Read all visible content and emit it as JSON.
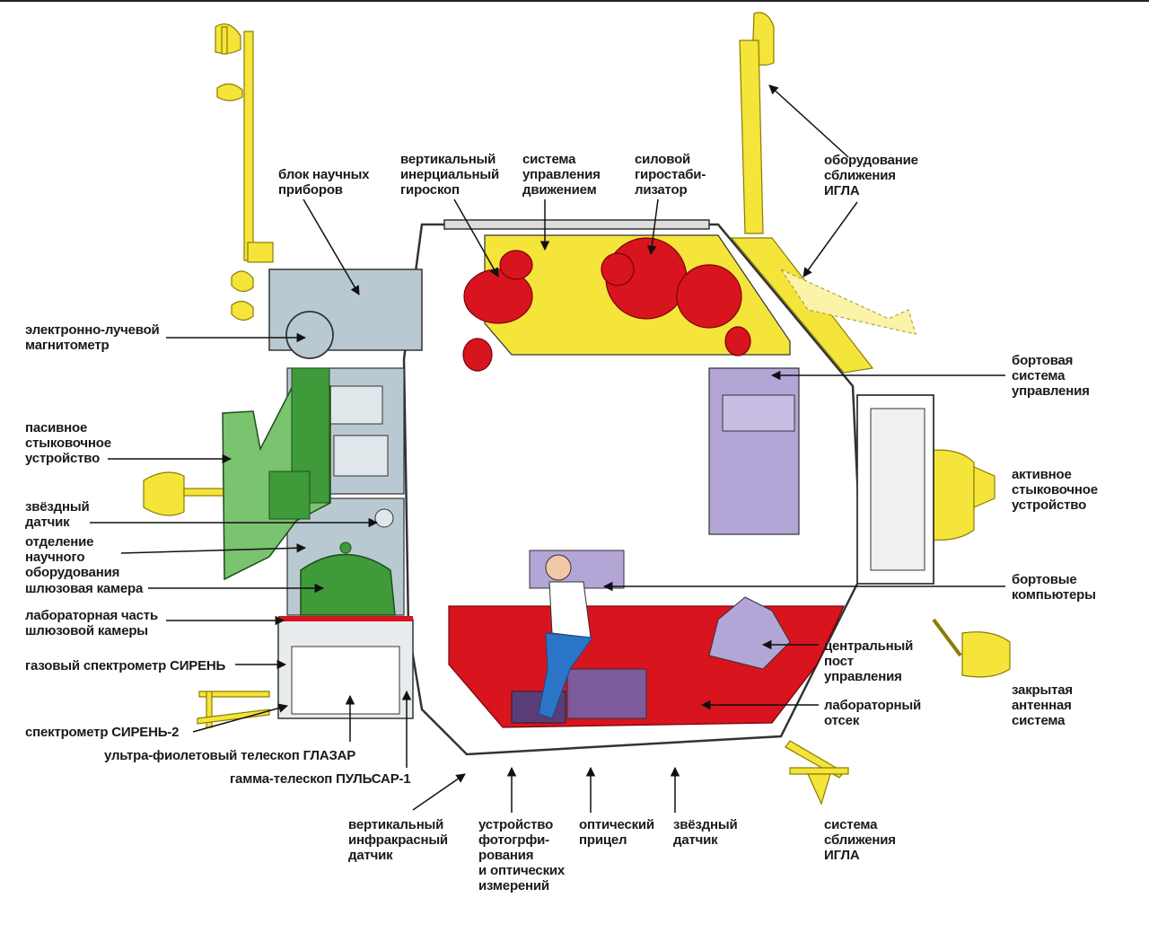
{
  "labels": {
    "blok": "блок научных\nприборов",
    "giroskop": "вертикальный\nинерциальный\nгироскоп",
    "sistema_upr": "система\nуправления\nдвижением",
    "silovoy": "силовой\nгиростаби-\nлизатор",
    "oborud_igla": "оборудование\nсближения\nИГЛА",
    "magnitometr": "электронно-лучевой\nмагнитометр",
    "bortovaya_sistema": "бортовая\nсистема\nуправления",
    "passivnoe": "пасивное\nстыковочное\nустройство",
    "aktivnoe": "активное\nстыковочное\nустройство",
    "zvezdny_1": "звёздный\nдатчик",
    "otdelenie": "отделение\nнаучного\nоборудования",
    "shluzovaya": "шлюзовая камера",
    "bortovye_komp": "бортовые\nкомпьютеры",
    "laboratornaya": "лабораторная часть\nшлюзовой камеры",
    "tsentralny": "центральный\nпост\nуправления",
    "gazovy": "газовый спектрометр СИРЕНЬ",
    "zakrytaya": "закрытая\nантенная\nсистема",
    "lab_otsek": "лабораторный\nотсек",
    "sirene2": "спектрометр СИРЕНЬ-2",
    "glazar": "ультра-фиолетовый телескоп ГЛАЗАР",
    "pulsar": "гамма-телескоп ПУЛЬСАР-1",
    "infrakrasny": "вертикальный\nинфракрасный\nдатчик",
    "ustroystvo_foto": "устройство\nфотогрфи-\nрования\nи оптических\nизмерений",
    "opticheskiy": "оптический\nприцел",
    "zvezdny_2": "звёздный\nдатчик",
    "sistema_igla": "система\nсближения\nИГЛА"
  },
  "colors": {
    "yellow": "#f5e43a",
    "yellow_dark": "#c9b400",
    "red": "#d8141f",
    "green": "#3f9a3a",
    "green_light": "#7ac36f",
    "bluegray": "#b9c9d1",
    "lavender": "#b3a5d6",
    "violet": "#7d5a9c",
    "white": "#ffffff",
    "line": "#333333"
  }
}
